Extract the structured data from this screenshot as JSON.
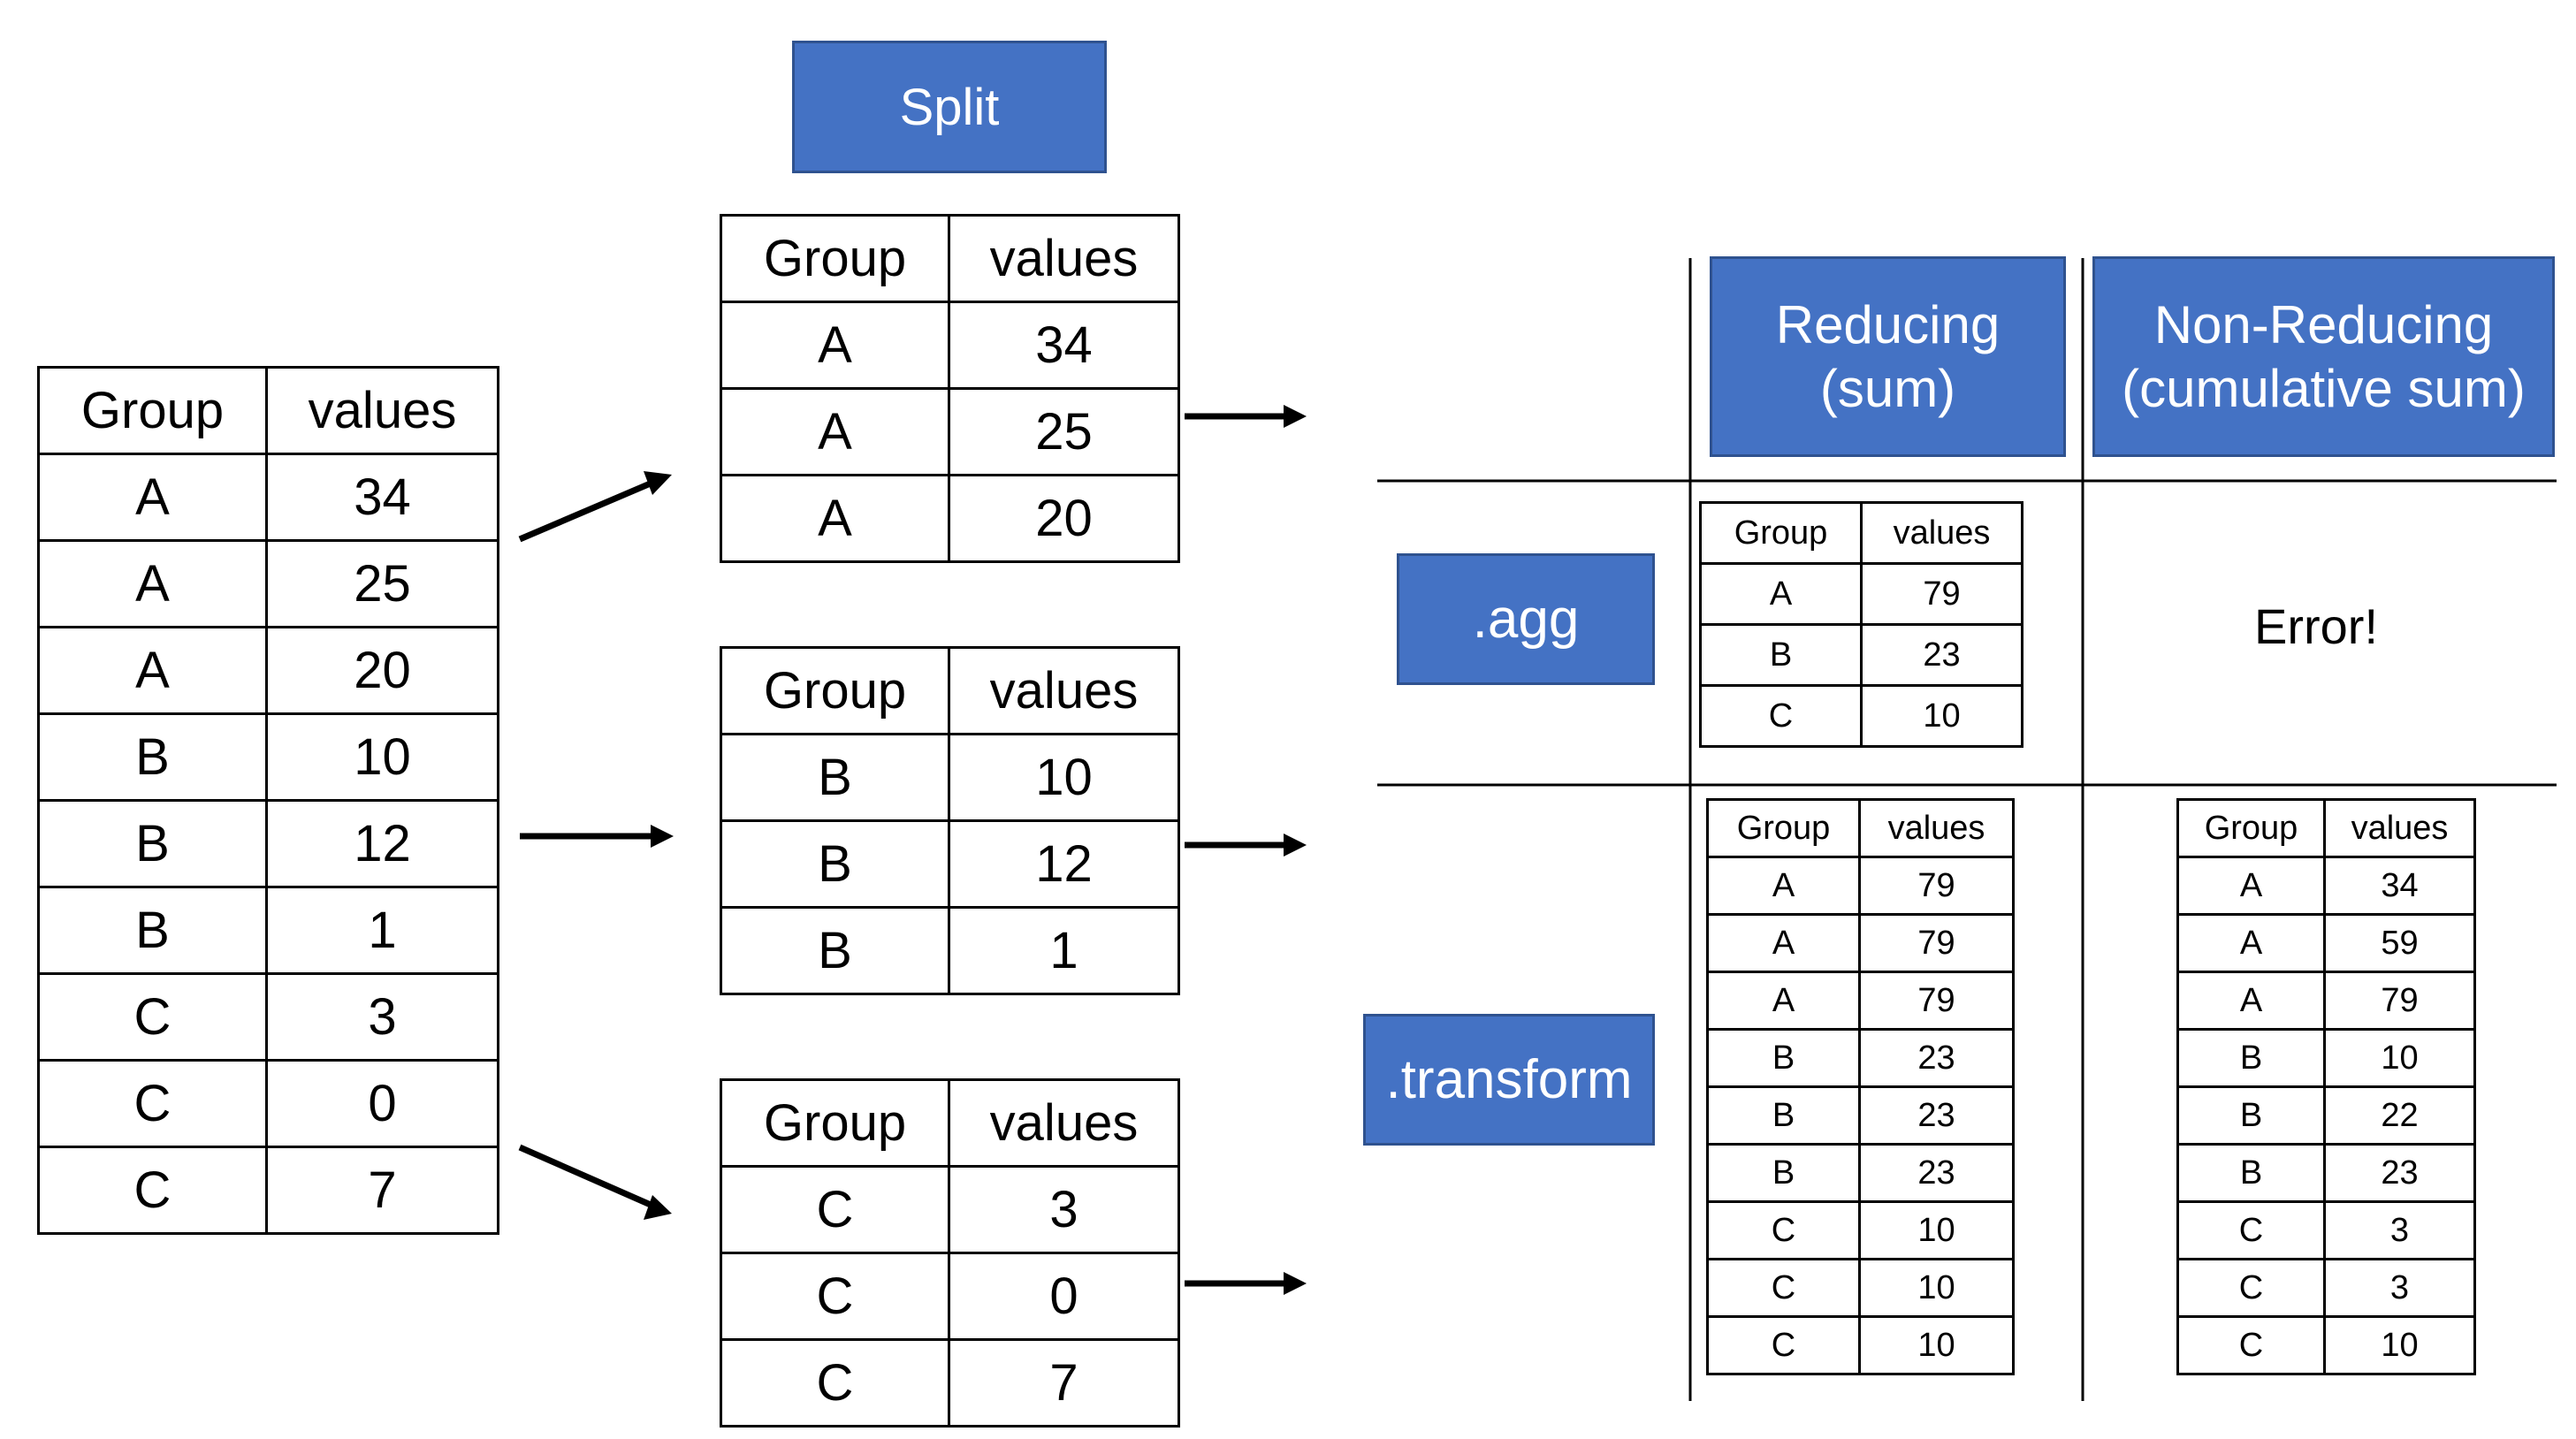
{
  "split_label": "Split",
  "header_reducing": [
    "Reducing",
    "(sum)"
  ],
  "header_nonreducing": [
    "Non-Reducing",
    "(cumulative sum)"
  ],
  "row_agg": ".agg",
  "row_transform": ".transform",
  "error_text": "Error!",
  "tables": {
    "original": {
      "columns": [
        "Group",
        "values"
      ],
      "rows": [
        [
          "A",
          "34"
        ],
        [
          "A",
          "25"
        ],
        [
          "A",
          "20"
        ],
        [
          "B",
          "10"
        ],
        [
          "B",
          "12"
        ],
        [
          "B",
          "1"
        ],
        [
          "C",
          "3"
        ],
        [
          "C",
          "0"
        ],
        [
          "C",
          "7"
        ]
      ]
    },
    "split_a": {
      "columns": [
        "Group",
        "values"
      ],
      "rows": [
        [
          "A",
          "34"
        ],
        [
          "A",
          "25"
        ],
        [
          "A",
          "20"
        ]
      ]
    },
    "split_b": {
      "columns": [
        "Group",
        "values"
      ],
      "rows": [
        [
          "B",
          "10"
        ],
        [
          "B",
          "12"
        ],
        [
          "B",
          "1"
        ]
      ]
    },
    "split_c": {
      "columns": [
        "Group",
        "values"
      ],
      "rows": [
        [
          "C",
          "3"
        ],
        [
          "C",
          "0"
        ],
        [
          "C",
          "7"
        ]
      ]
    },
    "agg_sum": {
      "columns": [
        "Group",
        "values"
      ],
      "rows": [
        [
          "A",
          "79"
        ],
        [
          "B",
          "23"
        ],
        [
          "C",
          "10"
        ]
      ]
    },
    "transform_sum": {
      "columns": [
        "Group",
        "values"
      ],
      "rows": [
        [
          "A",
          "79"
        ],
        [
          "A",
          "79"
        ],
        [
          "A",
          "79"
        ],
        [
          "B",
          "23"
        ],
        [
          "B",
          "23"
        ],
        [
          "B",
          "23"
        ],
        [
          "C",
          "10"
        ],
        [
          "C",
          "10"
        ],
        [
          "C",
          "10"
        ]
      ]
    },
    "transform_cumsum": {
      "columns": [
        "Group",
        "values"
      ],
      "rows": [
        [
          "A",
          "34"
        ],
        [
          "A",
          "59"
        ],
        [
          "A",
          "79"
        ],
        [
          "B",
          "10"
        ],
        [
          "B",
          "22"
        ],
        [
          "B",
          "23"
        ],
        [
          "C",
          "3"
        ],
        [
          "C",
          "3"
        ],
        [
          "C",
          "10"
        ]
      ]
    }
  }
}
